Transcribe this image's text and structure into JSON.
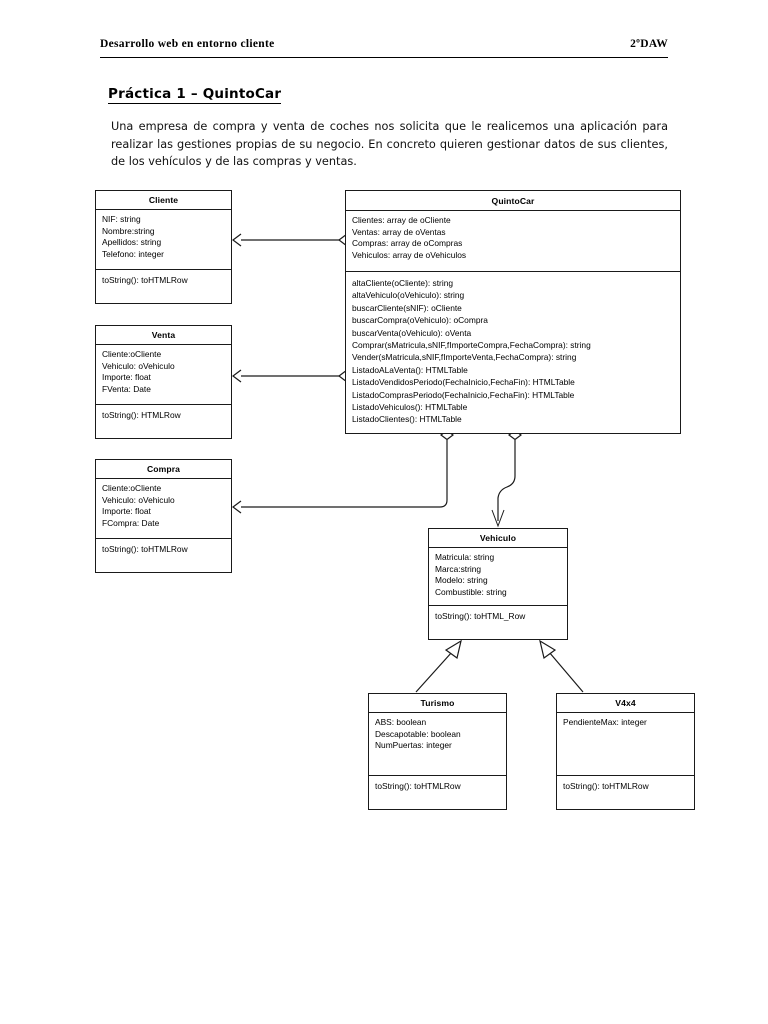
{
  "header": {
    "left_text": "Desarrollo web en entorno cliente",
    "right_text": "2ºDAW"
  },
  "title": "Práctica 1 – QuintoCar",
  "intro": "Una empresa de compra y venta de coches nos solicita que le realicemos una aplicación para realizar las gestiones propias de su negocio. En concreto quieren gestionar datos de sus clientes, de los vehículos y de las compras y ventas.",
  "diagram": {
    "type": "uml-class-diagram",
    "classes": [
      {
        "id": "cliente",
        "name": "Cliente",
        "attributes": [
          "NIF: string",
          "Nombre:string",
          "Apellidos: string",
          "Telefono: integer"
        ],
        "methods": [
          "toString(): toHTMLRow"
        ]
      },
      {
        "id": "venta",
        "name": "Venta",
        "attributes": [
          "Cliente:oCliente",
          "Vehiculo: oVehiculo",
          "Importe: float",
          "FVenta: Date"
        ],
        "methods": [
          "toString(): HTMLRow"
        ]
      },
      {
        "id": "compra",
        "name": "Compra",
        "attributes": [
          "Cliente:oCliente",
          "Vehiculo: oVehiculo",
          "Importe: float",
          "FCompra: Date"
        ],
        "methods": [
          "toString(): toHTMLRow"
        ]
      },
      {
        "id": "quintocar",
        "name": "QuintoCar",
        "attributes": [
          "Clientes: array de oCliente",
          "Ventas: array de oVentas",
          "Compras: array de oCompras",
          "Vehiculos: array de oVehiculos"
        ],
        "methods": [
          "altaCliente(oCliente): string",
          "altaVehiculo(oVehiculo): string",
          "buscarCliente(sNIF): oCliente",
          "buscarCompra(oVehiculo): oCompra",
          "buscarVenta(oVehiculo): oVenta",
          "Comprar(sMatricula,sNIF,fImporteCompra,FechaCompra): string",
          "Vender(sMatricula,sNIF,fImporteVenta,FechaCompra): string",
          "ListadoALaVenta(): HTMLTable",
          "ListadoVendidosPeriodo(FechaInicio,FechaFin): HTMLTable",
          "ListadoComprasPeriodo(FechaInicio,FechaFin): HTMLTable",
          "ListadoVehiculos(): HTMLTable",
          "ListadoClientes(): HTMLTable"
        ]
      },
      {
        "id": "vehiculo",
        "name": "Vehiculo",
        "attributes": [
          "Matricula: string",
          "Marca:string",
          "Modelo: string",
          "Combustible: string"
        ],
        "methods": [
          "toString(): toHTML_Row"
        ]
      },
      {
        "id": "turismo",
        "name": "Turismo",
        "attributes": [
          "ABS: boolean",
          "Descapotable: boolean",
          "NumPuertas: integer"
        ],
        "methods": [
          "toString(): toHTMLRow"
        ]
      },
      {
        "id": "v4x4",
        "name": "V4x4",
        "attributes": [
          "PendienteMax: integer"
        ],
        "methods": [
          "toString(): toHTMLRow"
        ]
      }
    ],
    "relationships": [
      {
        "kind": "aggregation",
        "from": "quintocar",
        "to": "cliente"
      },
      {
        "kind": "aggregation",
        "from": "quintocar",
        "to": "venta"
      },
      {
        "kind": "aggregation",
        "from": "quintocar",
        "to": "compra"
      },
      {
        "kind": "aggregation",
        "from": "quintocar",
        "to": "vehiculo"
      },
      {
        "kind": "inheritance",
        "from": "turismo",
        "to": "vehiculo"
      },
      {
        "kind": "inheritance",
        "from": "v4x4",
        "to": "vehiculo"
      }
    ]
  },
  "colors": {
    "ink": "#1a1a1a",
    "page": "#ffffff"
  }
}
